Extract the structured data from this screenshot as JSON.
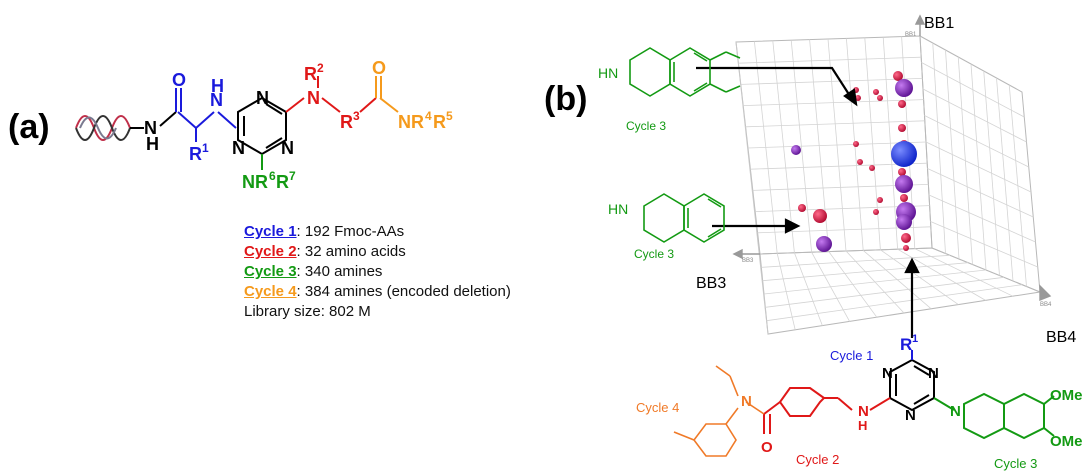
{
  "panel_a": {
    "label": "(a)",
    "structure": {
      "o1": "O",
      "nh_left": "N",
      "h_left": "H",
      "r1": "R",
      "r1_sup": "1",
      "nh_top_n": "N",
      "nh_top_h": "H",
      "tri_n1": "N",
      "tri_n2": "N",
      "tri_n3": "N",
      "r2": "R",
      "r2_sup": "2",
      "n_r2": "N",
      "r3": "R",
      "r3_sup": "3",
      "o2": "O",
      "nr4r5": "NR",
      "r4": "4",
      "r5_r": "R",
      "r5": "5",
      "nr6r7": "NR",
      "r6": "6",
      "r7_r": "R",
      "r7": "7"
    },
    "legend": [
      {
        "label": "Cycle 1",
        "text": ": 192 Fmoc-AAs",
        "color": "#1a1adc"
      },
      {
        "label": "Cycle 2",
        "text": ": 32 amino acids",
        "color": "#e01818"
      },
      {
        "label": "Cycle 3",
        "text": ": 340 amines",
        "color": "#139a13"
      },
      {
        "label": "Cycle 4",
        "text": ": 384 amines (encoded deletion)",
        "color": "#f59a1c"
      }
    ],
    "library_size": "Library size: 802 M"
  },
  "panel_b": {
    "label": "(b)",
    "axes": {
      "bb1": "BB1",
      "bb3": "BB3",
      "bb4": "BB4",
      "bb1_small": "BB1",
      "bb3_small": "BB3",
      "bb4_small": "BB4"
    },
    "annotations": {
      "cycle3_top": "Cycle 3",
      "cycle3_mid": "Cycle 3",
      "cycle1": "Cycle 1",
      "cycle2": "Cycle 2",
      "cycle3_bottom": "Cycle 3",
      "cycle4": "Cycle 4"
    },
    "molecule_labels": {
      "hn_top": "HN",
      "hn_mid": "HN",
      "r1": "R",
      "r1_sup": "1",
      "n1": "N",
      "n2": "N",
      "n3": "N",
      "n4": "N",
      "n_amide": "N",
      "nh_n": "N",
      "nh_h": "H",
      "o": "O",
      "ome1": "OMe",
      "ome2": "OMe"
    },
    "colors": {
      "cycle1": "#1a1adc",
      "cycle2": "#e01818",
      "cycle3": "#139a13",
      "cycle4": "#f07a28",
      "dot_red": "#cc1040",
      "dot_purple": "#7a1fb0",
      "dot_blue": "#1f3cff"
    }
  }
}
